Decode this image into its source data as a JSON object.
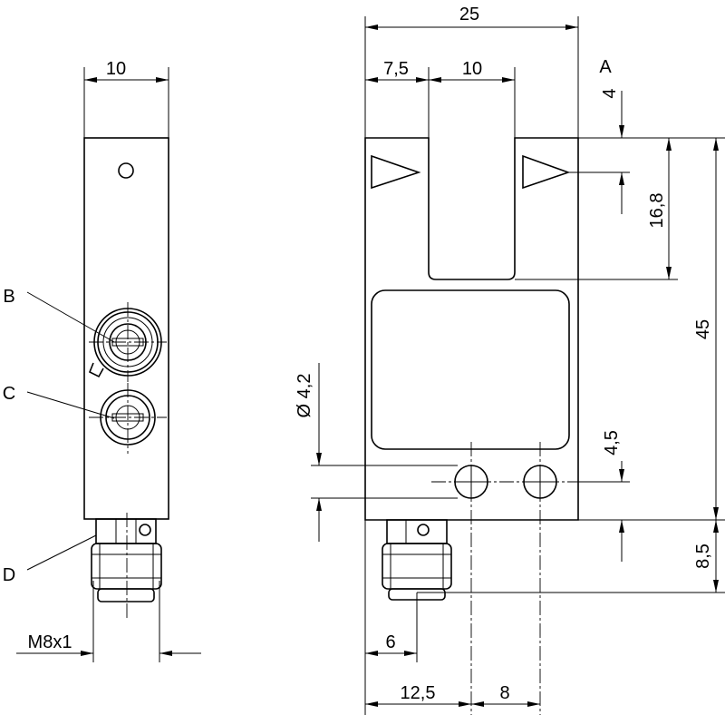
{
  "callouts": {
    "a": "A",
    "b": "B",
    "c": "C",
    "d": "D"
  },
  "dimensions": {
    "side_width": "10",
    "front_width": "25",
    "left_offset": "7,5",
    "slot_width": "10",
    "emitter_offset": "4",
    "slot_depth": "16,8",
    "body_height": "45",
    "hole_diameter": "Ø 4,2",
    "hole_offset": "4,5",
    "connector_height": "8,5",
    "thread": "M8x1",
    "connector_offset": "6",
    "hole_position": "12,5",
    "hole_spacing": "8"
  }
}
